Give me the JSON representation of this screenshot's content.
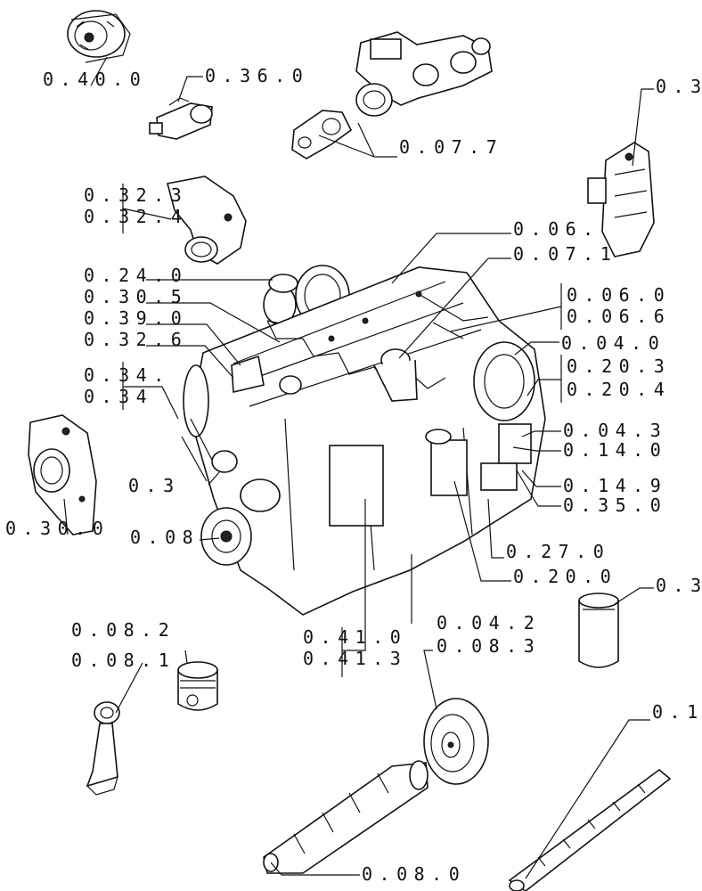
{
  "labels": [
    "0.40.0",
    "0.36.0",
    "0.07.7",
    "0.3",
    "0.32.3",
    "0.32.4",
    "0.06.",
    "0.07.1",
    "0.24.0",
    "0.30.5",
    "0.39.0",
    "0.32.6",
    "0.06.0",
    "0.06.6",
    "0.04.0",
    "0.20.3",
    "0.20.4",
    "0.34.",
    "0.34",
    "0.04.3",
    "0.14.0",
    "0.14.9",
    "0.3",
    "0.35.0",
    "0.30.0",
    "0.08",
    "0.27.0",
    "0.20.0",
    "0.3",
    "0.04.2",
    "0.41.0",
    "0.41.3",
    "0.08.3",
    "0.08.2",
    "0.08.1",
    "0.1",
    "0.08.0"
  ]
}
